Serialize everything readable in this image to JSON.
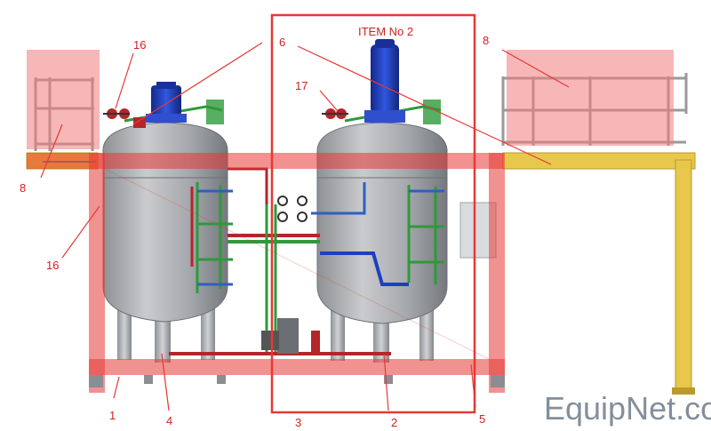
{
  "title": "ITEM No 2",
  "callouts": {
    "c1": "1",
    "c2": "2",
    "c3": "3",
    "c4": "4",
    "c5": "5",
    "c6": "6",
    "c8_top_right": "8",
    "c8_left": "8",
    "c16_top": "16",
    "c16_left": "16",
    "c17": "17"
  },
  "watermark": "EquipNet.com",
  "colors": {
    "frame_red": "#e53935",
    "rail_yellow": "#e8c84a",
    "motor_blue": "#1e3fbf",
    "tank_grey": "#a9acb0",
    "pipe_green": "#2e9a3a",
    "pipe_red": "#b3262a",
    "pipe_blue": "#2f5fc0"
  }
}
